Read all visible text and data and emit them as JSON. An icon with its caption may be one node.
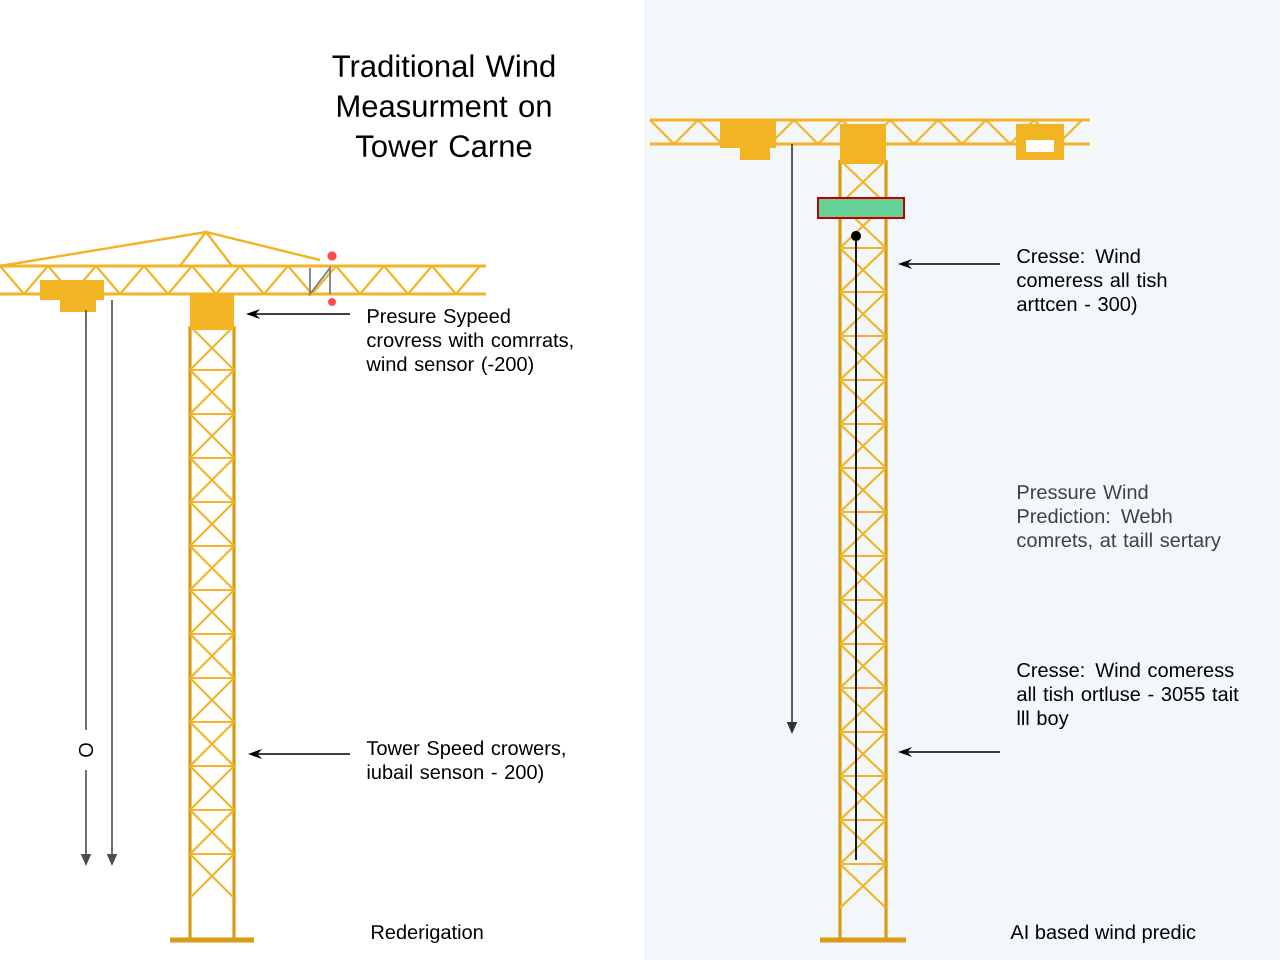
{
  "diagram": {
    "title": "Traditional Wind Measurment on Tower Carne",
    "nodes": [
      {
        "text": [
          "Presure Sypeed crovress with comrrats, wind sensor (-200)"
        ]
      },
      {
        "text": [
          "Tower Speed crowers, iubail senson - 200)"
        ]
      },
      {
        "text": [
          "Cresse: Wind comeress all tish arttcen - 300)"
        ]
      },
      {
        "text": [
          "Cresse: Wind comeress all tish ortluse - 3055 tait lll boy"
        ]
      }
    ],
    "edges": [
      {
        "from": 0,
        "to": null,
        "arrow": "to"
      },
      {
        "from": 1,
        "to": null,
        "arrow": "to"
      },
      {
        "from": 2,
        "to": null,
        "arrow": "to"
      },
      {
        "from": 3,
        "to": null,
        "arrow": "to"
      }
    ],
    "labels": [
      "Pressure Wind Prediction: Webh comrets, at taill sertary",
      "O",
      "Rederigation",
      "AI based wind predic"
    ]
  }
}
